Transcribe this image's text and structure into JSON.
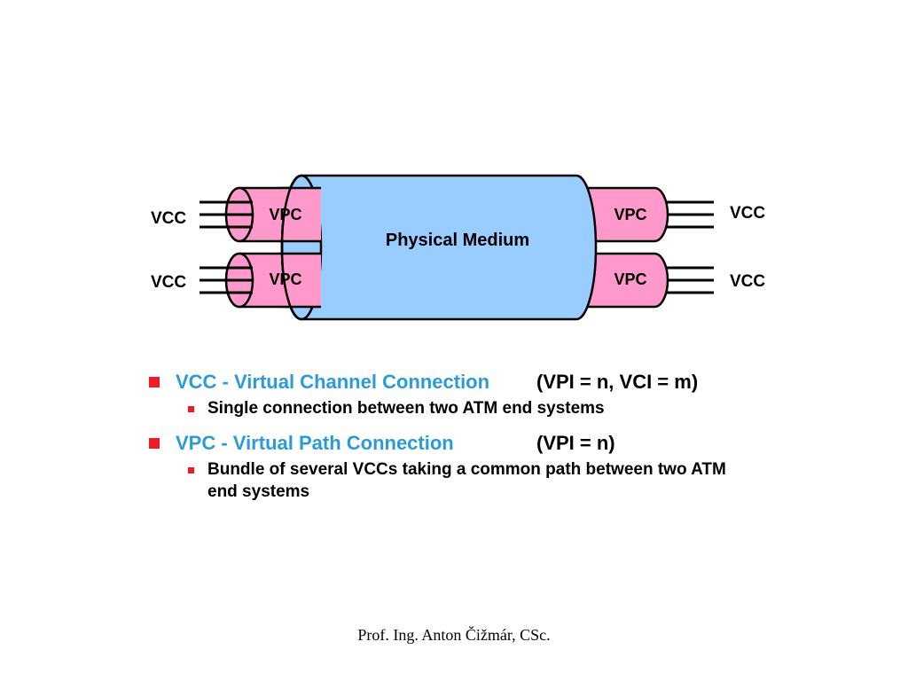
{
  "diagram": {
    "center_label": "Physical Medium",
    "vpc_left_top": "VPC",
    "vpc_left_bottom": "VPC",
    "vpc_right_top": "VPC",
    "vpc_right_bottom": "VPC",
    "vcc_left_top": "VCC",
    "vcc_left_bottom": "VCC",
    "vcc_right_top": "VCC",
    "vcc_right_bottom": "VCC",
    "colors": {
      "physical_medium": "#99ccff",
      "vpc_tube": "#ff99cc",
      "outline": "#000000"
    }
  },
  "bullets": [
    {
      "title": "VCC - Virtual Channel Connection",
      "params": "(VPI = n, VCI = m)",
      "sub": "Single connection between two ATM end systems"
    },
    {
      "title": "VPC - Virtual Path Connection",
      "params": "(VPI = n)",
      "sub": "Bundle of several VCCs  taking a common path between two ATM end systems"
    }
  ],
  "colors": {
    "bullet": "#ee1c24",
    "title_text": "#2b9bd8"
  },
  "footer": "Prof. Ing. Anton Čižmár, CSc."
}
